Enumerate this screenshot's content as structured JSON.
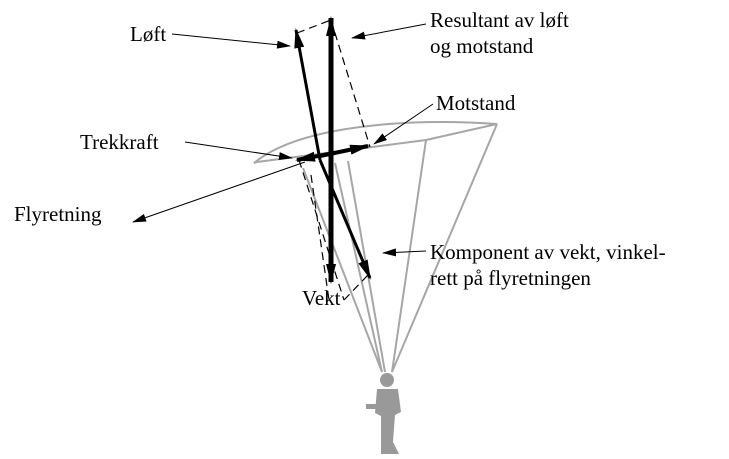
{
  "labels": {
    "loft": "Løft",
    "resultant_line1": "Resultant av løft",
    "resultant_line2": "og motstand",
    "motstand": "Motstand",
    "trekkraft": "Trekkraft",
    "flyretning": "Flyretning",
    "komponent_line1": "Komponent av vekt, vinkel-",
    "komponent_line2": "rett på flyretningen",
    "vekt": "Vekt"
  },
  "colors": {
    "canopy_outline": "#a6a6a6",
    "force_vectors": "#000000",
    "pilot": "#999999"
  }
}
